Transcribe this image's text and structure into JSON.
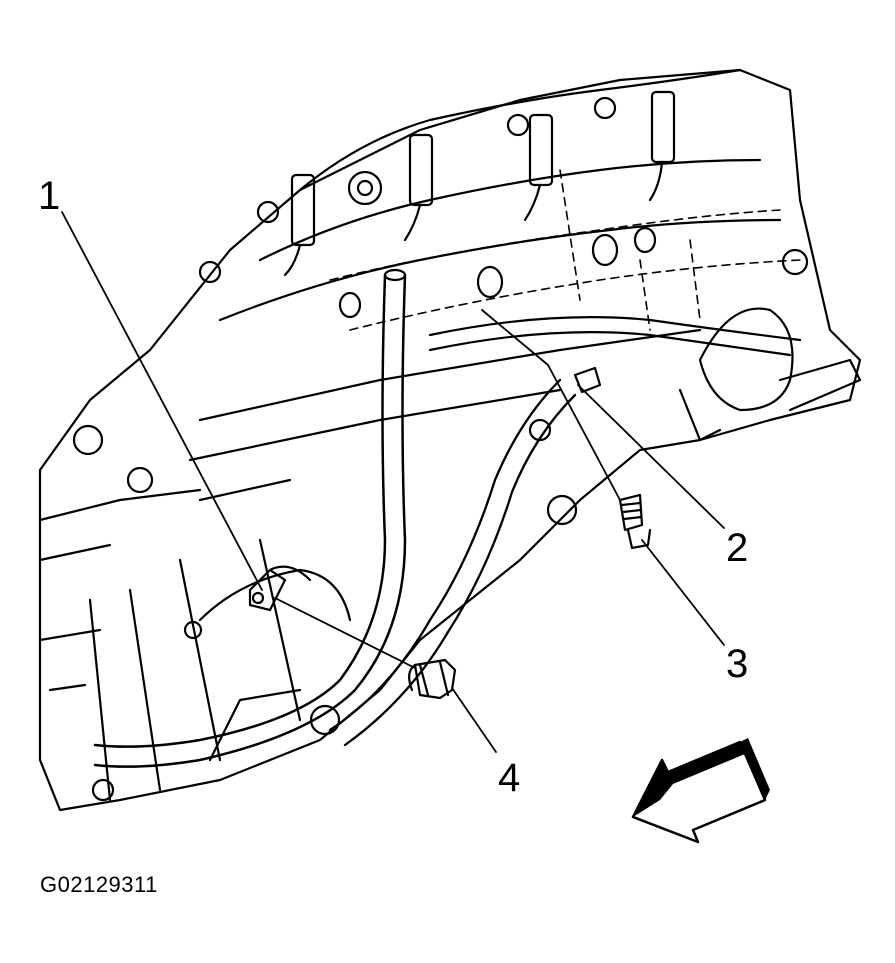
{
  "figure": {
    "id": "G02129311"
  },
  "callouts": [
    {
      "number": "1"
    },
    {
      "number": "2"
    },
    {
      "number": "3"
    },
    {
      "number": "4"
    }
  ],
  "colors": {
    "line": "#000000",
    "background": "#ffffff"
  },
  "icons": {
    "direction": "front-direction-arrow-icon"
  }
}
